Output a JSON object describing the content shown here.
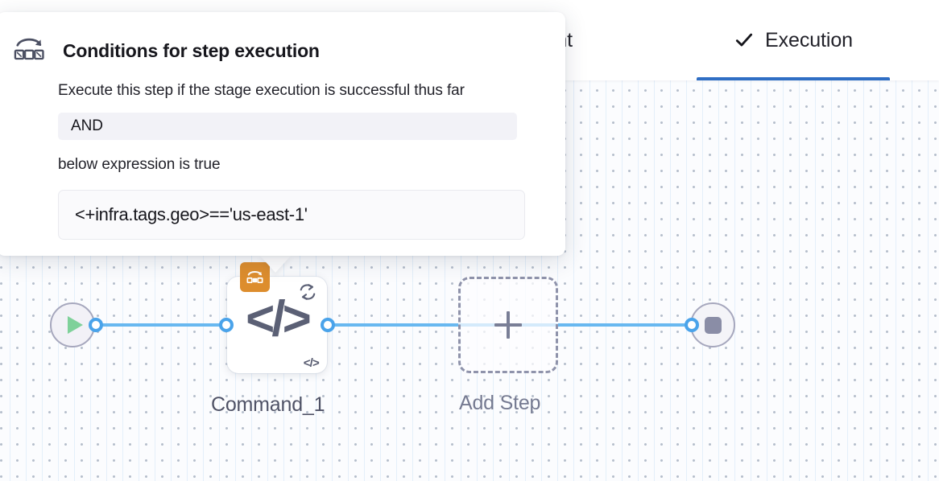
{
  "tabs": {
    "items": [
      {
        "id": "environment",
        "label": "ronment",
        "full_label": "Environment",
        "active": false,
        "has_check": false
      },
      {
        "id": "execution",
        "label": "Execution",
        "full_label": "Execution",
        "active": true,
        "has_check": true,
        "check_icon": "check-icon"
      }
    ],
    "active_underline_color": "#2f6ec4"
  },
  "popover": {
    "icon": "conditional-execution-icon",
    "title": "Conditions for step execution",
    "description": "Execute this step if the stage execution is successful thus far",
    "operator_value": "AND",
    "condition_text": "below expression is true",
    "expression_value": "<+infra.tags.geo>=='us-east-1'",
    "field_bg": "#f2f2f7",
    "expression_bg": "#fafafc"
  },
  "graph": {
    "edge_color": "#68b8f0",
    "port_color": "#4aa3ea",
    "start_node": {
      "name": "start-node",
      "icon": "play-icon",
      "icon_color": "#7fd19a",
      "fill": "#f2f1f7",
      "border": "#a6a7bd"
    },
    "end_node": {
      "name": "end-node",
      "icon": "stop-icon",
      "icon_color": "#8a8da6",
      "fill": "#f4f4f8",
      "border": "#a6a7bd"
    },
    "step_node": {
      "name": "command-step-node",
      "label": "Command_1",
      "main_icon": "code-brackets-icon",
      "main_icon_glyph": "</>",
      "mini_icon_glyph": "</>",
      "condition_badge_icon": "conditional-execution-icon",
      "condition_badge_color": "#dd8d2d",
      "loop_badge_icon": "retry-loop-icon"
    },
    "add_step_node": {
      "name": "add-step-node",
      "label": "Add Step",
      "icon": "plus-icon",
      "border_color": "#8f93ab"
    }
  },
  "canvas": {
    "background_color": "#fbfcfe",
    "dot_color": "#b6bfcc"
  }
}
